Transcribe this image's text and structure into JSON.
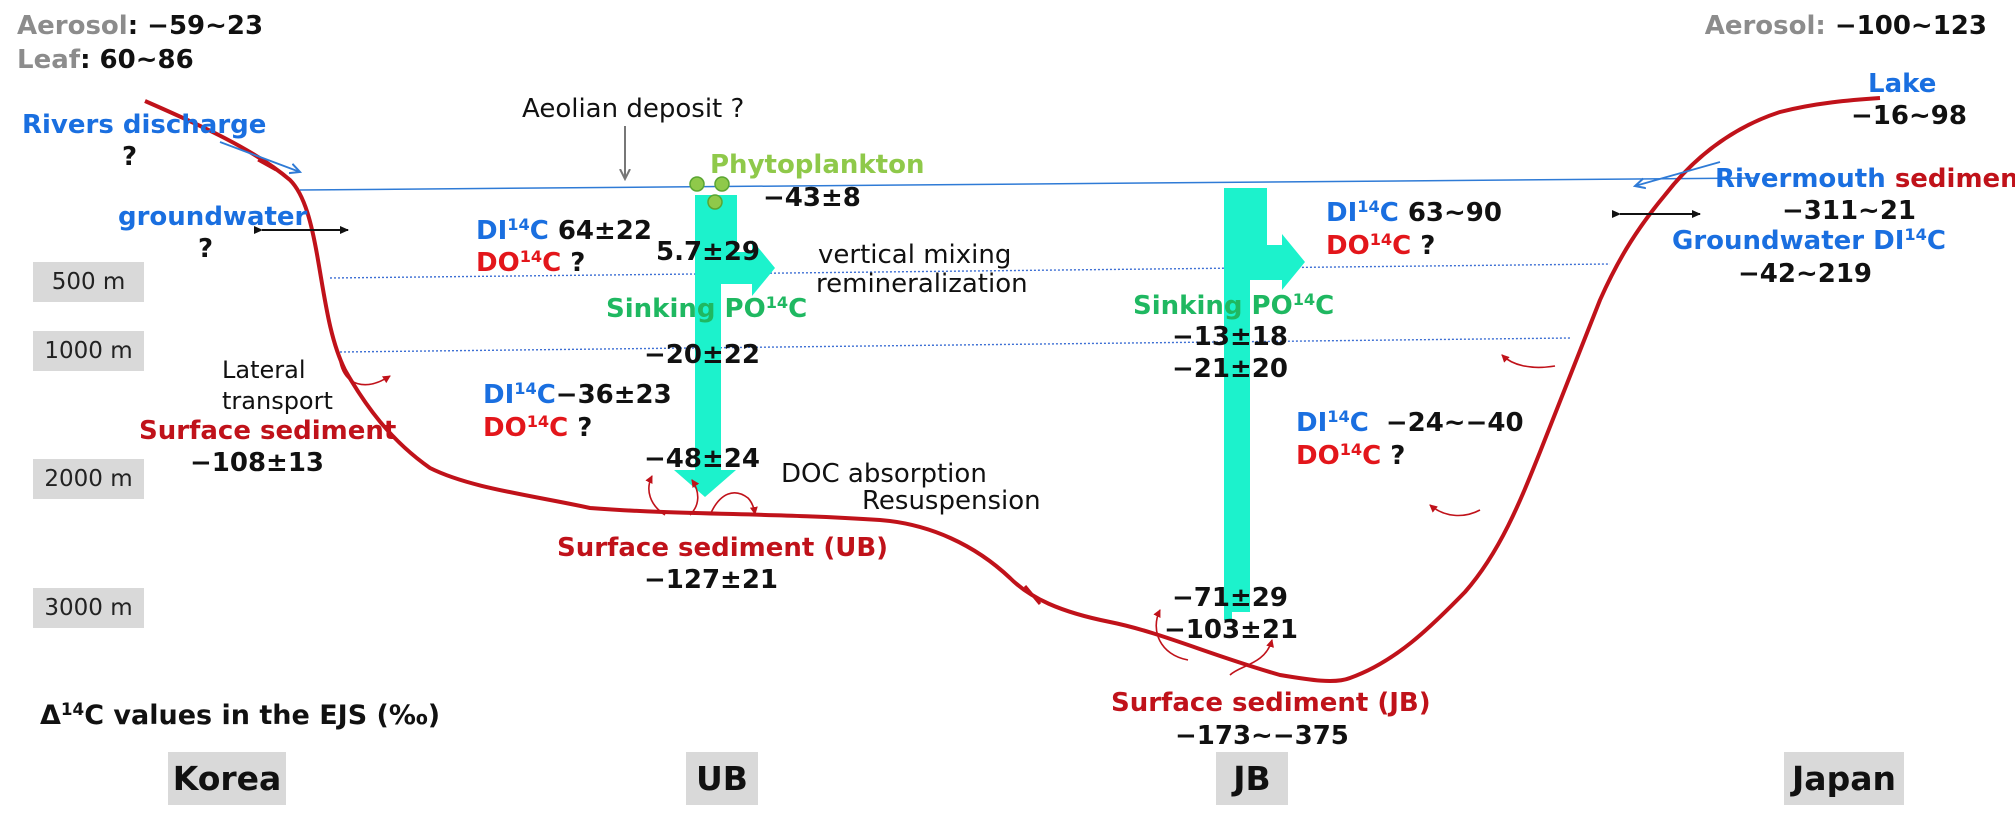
{
  "korea_top": {
    "aerosol_label": "Aerosol",
    "aerosol_value": ": −59~23",
    "leaf_label": "Leaf",
    "leaf_value": ": 60~86"
  },
  "japan_top": {
    "aerosol_label": "Aerosol:",
    "aerosol_value": "−100~123"
  },
  "rivers": {
    "label": "Rivers discharge",
    "value": "?"
  },
  "groundwater": {
    "label": "groundwater",
    "value": "?"
  },
  "aeolian": {
    "label": "Aeolian deposit  ?"
  },
  "phytoplankton": {
    "label": "Phytoplankton",
    "value": "−43±8"
  },
  "ub_upper": {
    "dic_value": "64±22",
    "doc_value": "?"
  },
  "ub_mid": {
    "dic_value": "−36±23",
    "doc_value": "?"
  },
  "jb_upper": {
    "dic_value": "63~90",
    "doc_value": "?"
  },
  "jb_mid": {
    "dic_value": "−24~−40",
    "doc_value": "?"
  },
  "iso": {
    "di_prefix": "DI",
    "do_prefix": "DO",
    "sup": "14",
    "c": "C"
  },
  "ub_sinking": {
    "label_prefix": "Sinking PO",
    "v1": "5.7±29",
    "v2": "−20±22",
    "v3": "−48±24"
  },
  "jb_sinking": {
    "label_prefix": "Sinking PO",
    "v1": "−13±18",
    "v2": "−21±20",
    "v3": "−71±29",
    "v4": "−103±21"
  },
  "processes": {
    "vertical_mixing": "vertical mixing",
    "remineralization": "remineralization",
    "doc_absorption": "DOC absorption",
    "resuspension": "Resuspension",
    "lateral1": "Lateral",
    "lateral2": "transport"
  },
  "korea_sediment": {
    "label": "Surface sediment",
    "value": "−108±13"
  },
  "ub_sediment": {
    "label": "Surface sediment (UB)",
    "value": "−127±21"
  },
  "jb_sediment": {
    "label": "Surface sediment (JB)",
    "value": "−173~−375"
  },
  "lake": {
    "label": "Lake",
    "value": "−16~98"
  },
  "rivermouth": {
    "label_blue": "Rivermouth",
    "label_red": "sediment",
    "value": "−311~21"
  },
  "gw_dic": {
    "label": "Groundwater DI",
    "value": "−42~219"
  },
  "depths": [
    "500 m",
    "1000 m",
    "2000 m",
    "3000 m"
  ],
  "caption": {
    "delta": "Δ",
    "sup": "14",
    "rest": "C values in the EJS (‰)"
  },
  "regions": {
    "korea": "Korea",
    "ub": "UB",
    "jb": "JB",
    "japan": "Japan"
  },
  "colors": {
    "seafloor": "#c0121a",
    "sinking_arrow": "#1cf2cc",
    "surface_line": "#2f7bd6",
    "depth_lines": "#3d6fd4"
  }
}
